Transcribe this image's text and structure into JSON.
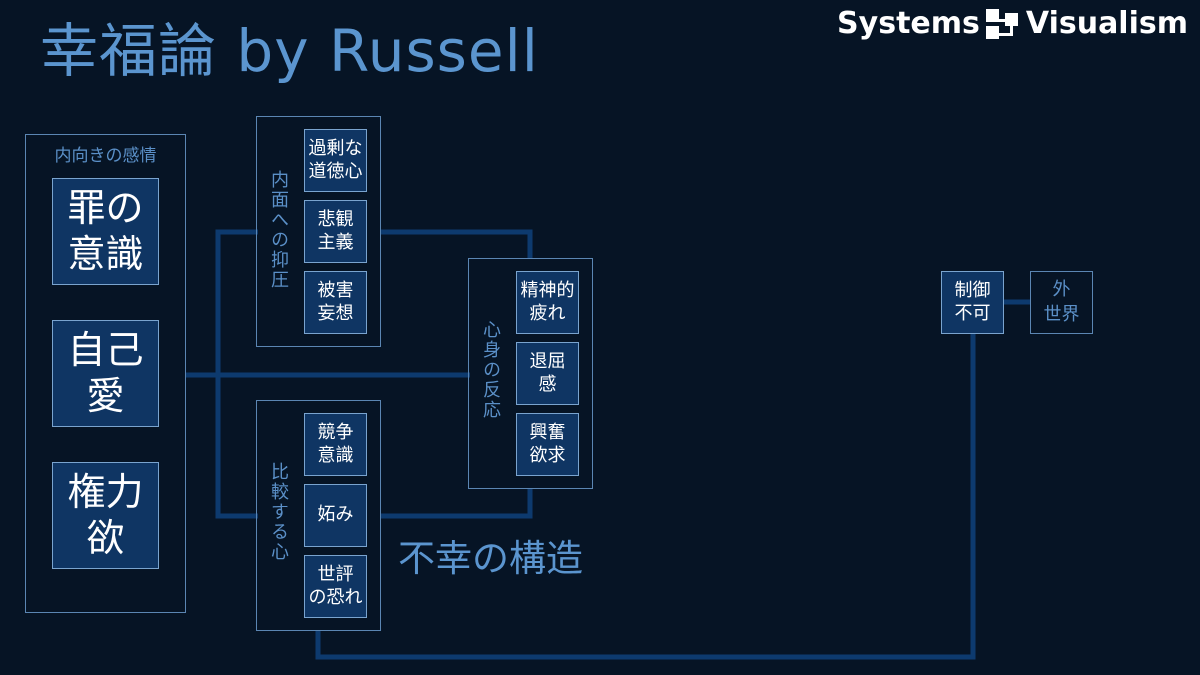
{
  "title": "幸福論 by Russell",
  "brand": {
    "left": "Systems",
    "right": "Visualism"
  },
  "inner_emotions": {
    "label": "内向きの感情",
    "items": [
      "罪の\n意識",
      "自己\n愛",
      "権力\n欲"
    ]
  },
  "repression": {
    "label": "内面への抑圧",
    "items": [
      "過剰な\n道徳心",
      "悲観\n主義",
      "被害\n妄想"
    ]
  },
  "comparison": {
    "label": "比較する心",
    "items": [
      "競争\n意識",
      "妬み",
      "世評\nの恐れ"
    ]
  },
  "reaction": {
    "label": "心身の反応",
    "items": [
      "精神的\n疲れ",
      "退屈\n感",
      "興奮\n欲求"
    ]
  },
  "structure_label": "不幸の構造",
  "uncontrollable": "制御\n不可",
  "outside_world": "外\n世界",
  "colors": {
    "background": "#061425",
    "connector": "#0d3a6e",
    "box_fill": "#0f3563",
    "accent_text": "#5b95cf"
  }
}
